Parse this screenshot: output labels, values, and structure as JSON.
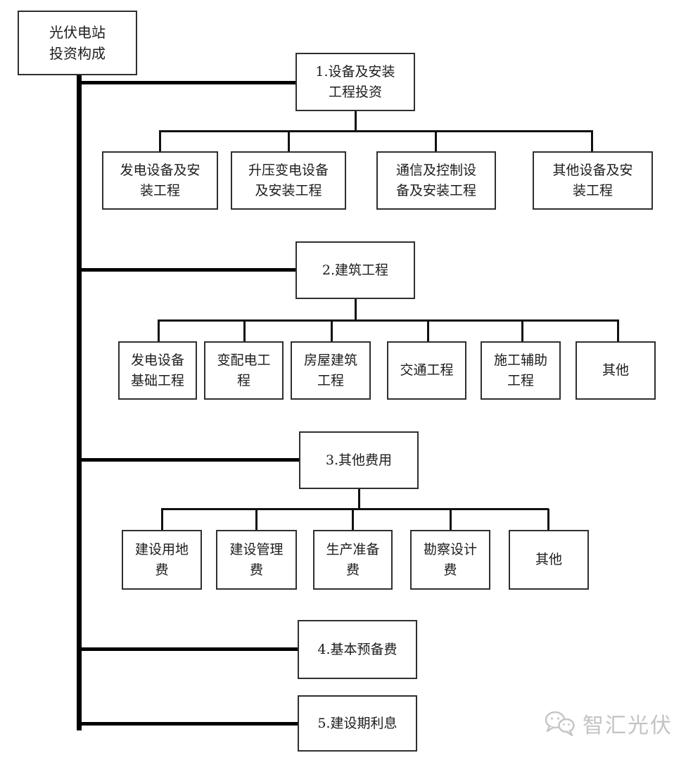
{
  "root": {
    "label": "光伏电站\n投资构成"
  },
  "branches": [
    {
      "label": "1.设备及安装\n工程投资",
      "children": [
        {
          "label": "发电设备及安\n装工程"
        },
        {
          "label": "升压变电设备\n及安装工程"
        },
        {
          "label": "通信及控制设\n备及安装工程"
        },
        {
          "label": "其他设备及安\n装工程"
        }
      ]
    },
    {
      "label": "2.建筑工程",
      "children": [
        {
          "label": "发电设备\n基础工程"
        },
        {
          "label": "变配电工\n程"
        },
        {
          "label": "房屋建筑\n工程"
        },
        {
          "label": "交通工程"
        },
        {
          "label": "施工辅助\n工程"
        },
        {
          "label": "其他"
        }
      ]
    },
    {
      "label": "3.其他费用",
      "children": [
        {
          "label": "建设用地\n费"
        },
        {
          "label": "建设管理\n费"
        },
        {
          "label": "生产准备\n费"
        },
        {
          "label": "勘察设计\n费"
        },
        {
          "label": "其他"
        }
      ]
    },
    {
      "label": "4.基本预备费",
      "children": []
    },
    {
      "label": "5.建设期利息",
      "children": []
    }
  ],
  "watermark": {
    "label": "智汇光伏",
    "icon": "wechat-bubbles-icon"
  },
  "colors": {
    "background": "#ffffff",
    "box_border": "#2f2f2f",
    "line": "#000000",
    "watermark": "#c3c3c3"
  }
}
